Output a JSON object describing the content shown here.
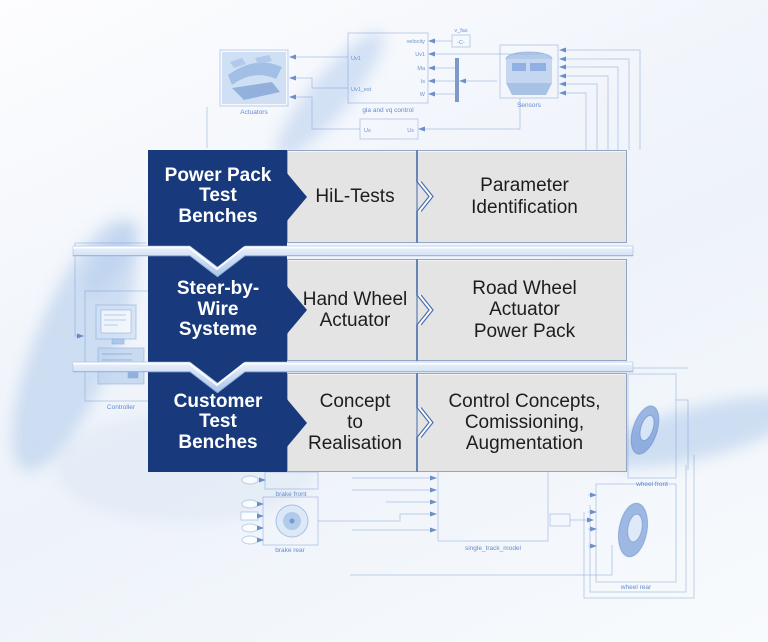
{
  "title": "Steer-by-Wire test bench process diagram",
  "colors": {
    "navy": "#183a7d",
    "box_gray": "#e4e4e5",
    "ribbon_blue": "#c9dcf3",
    "diagram_blue": "#6f93cf"
  },
  "rows": [
    {
      "label": "Power Pack\nTest\nBenches",
      "step1": "HiL-Tests",
      "step2": "Parameter\nIdentification"
    },
    {
      "label": "Steer-by-\nWire\nSysteme",
      "step1": "Hand Wheel\nActuator",
      "step2": "Road Wheel\nActuator\nPower Pack"
    },
    {
      "label": "Customer\nTest\nBenches",
      "step1": "Concept\nto\nRealisation",
      "step2": "Control Concepts,\nComissioning,\nAugmentation"
    }
  ],
  "background": {
    "labels": {
      "actuators": "Actuators",
      "sensors": "Sensors",
      "controller": "Controller",
      "control_block": "gla and vq control",
      "const_name": "v_fas",
      "const_value": "-C-",
      "feedback_in": "Us",
      "feedback_out": "Us",
      "wheel_front": "wheel front",
      "wheel_rear": "wheel rear",
      "brake_front": "brake front",
      "brake_rear": "brake rear",
      "single_track": "single_track_model"
    },
    "control_ports_left": [
      "Uv1",
      "Uv1_est"
    ],
    "control_ports_right": [
      "velocity",
      "Uv1",
      "Ma",
      "Is",
      "W"
    ]
  }
}
